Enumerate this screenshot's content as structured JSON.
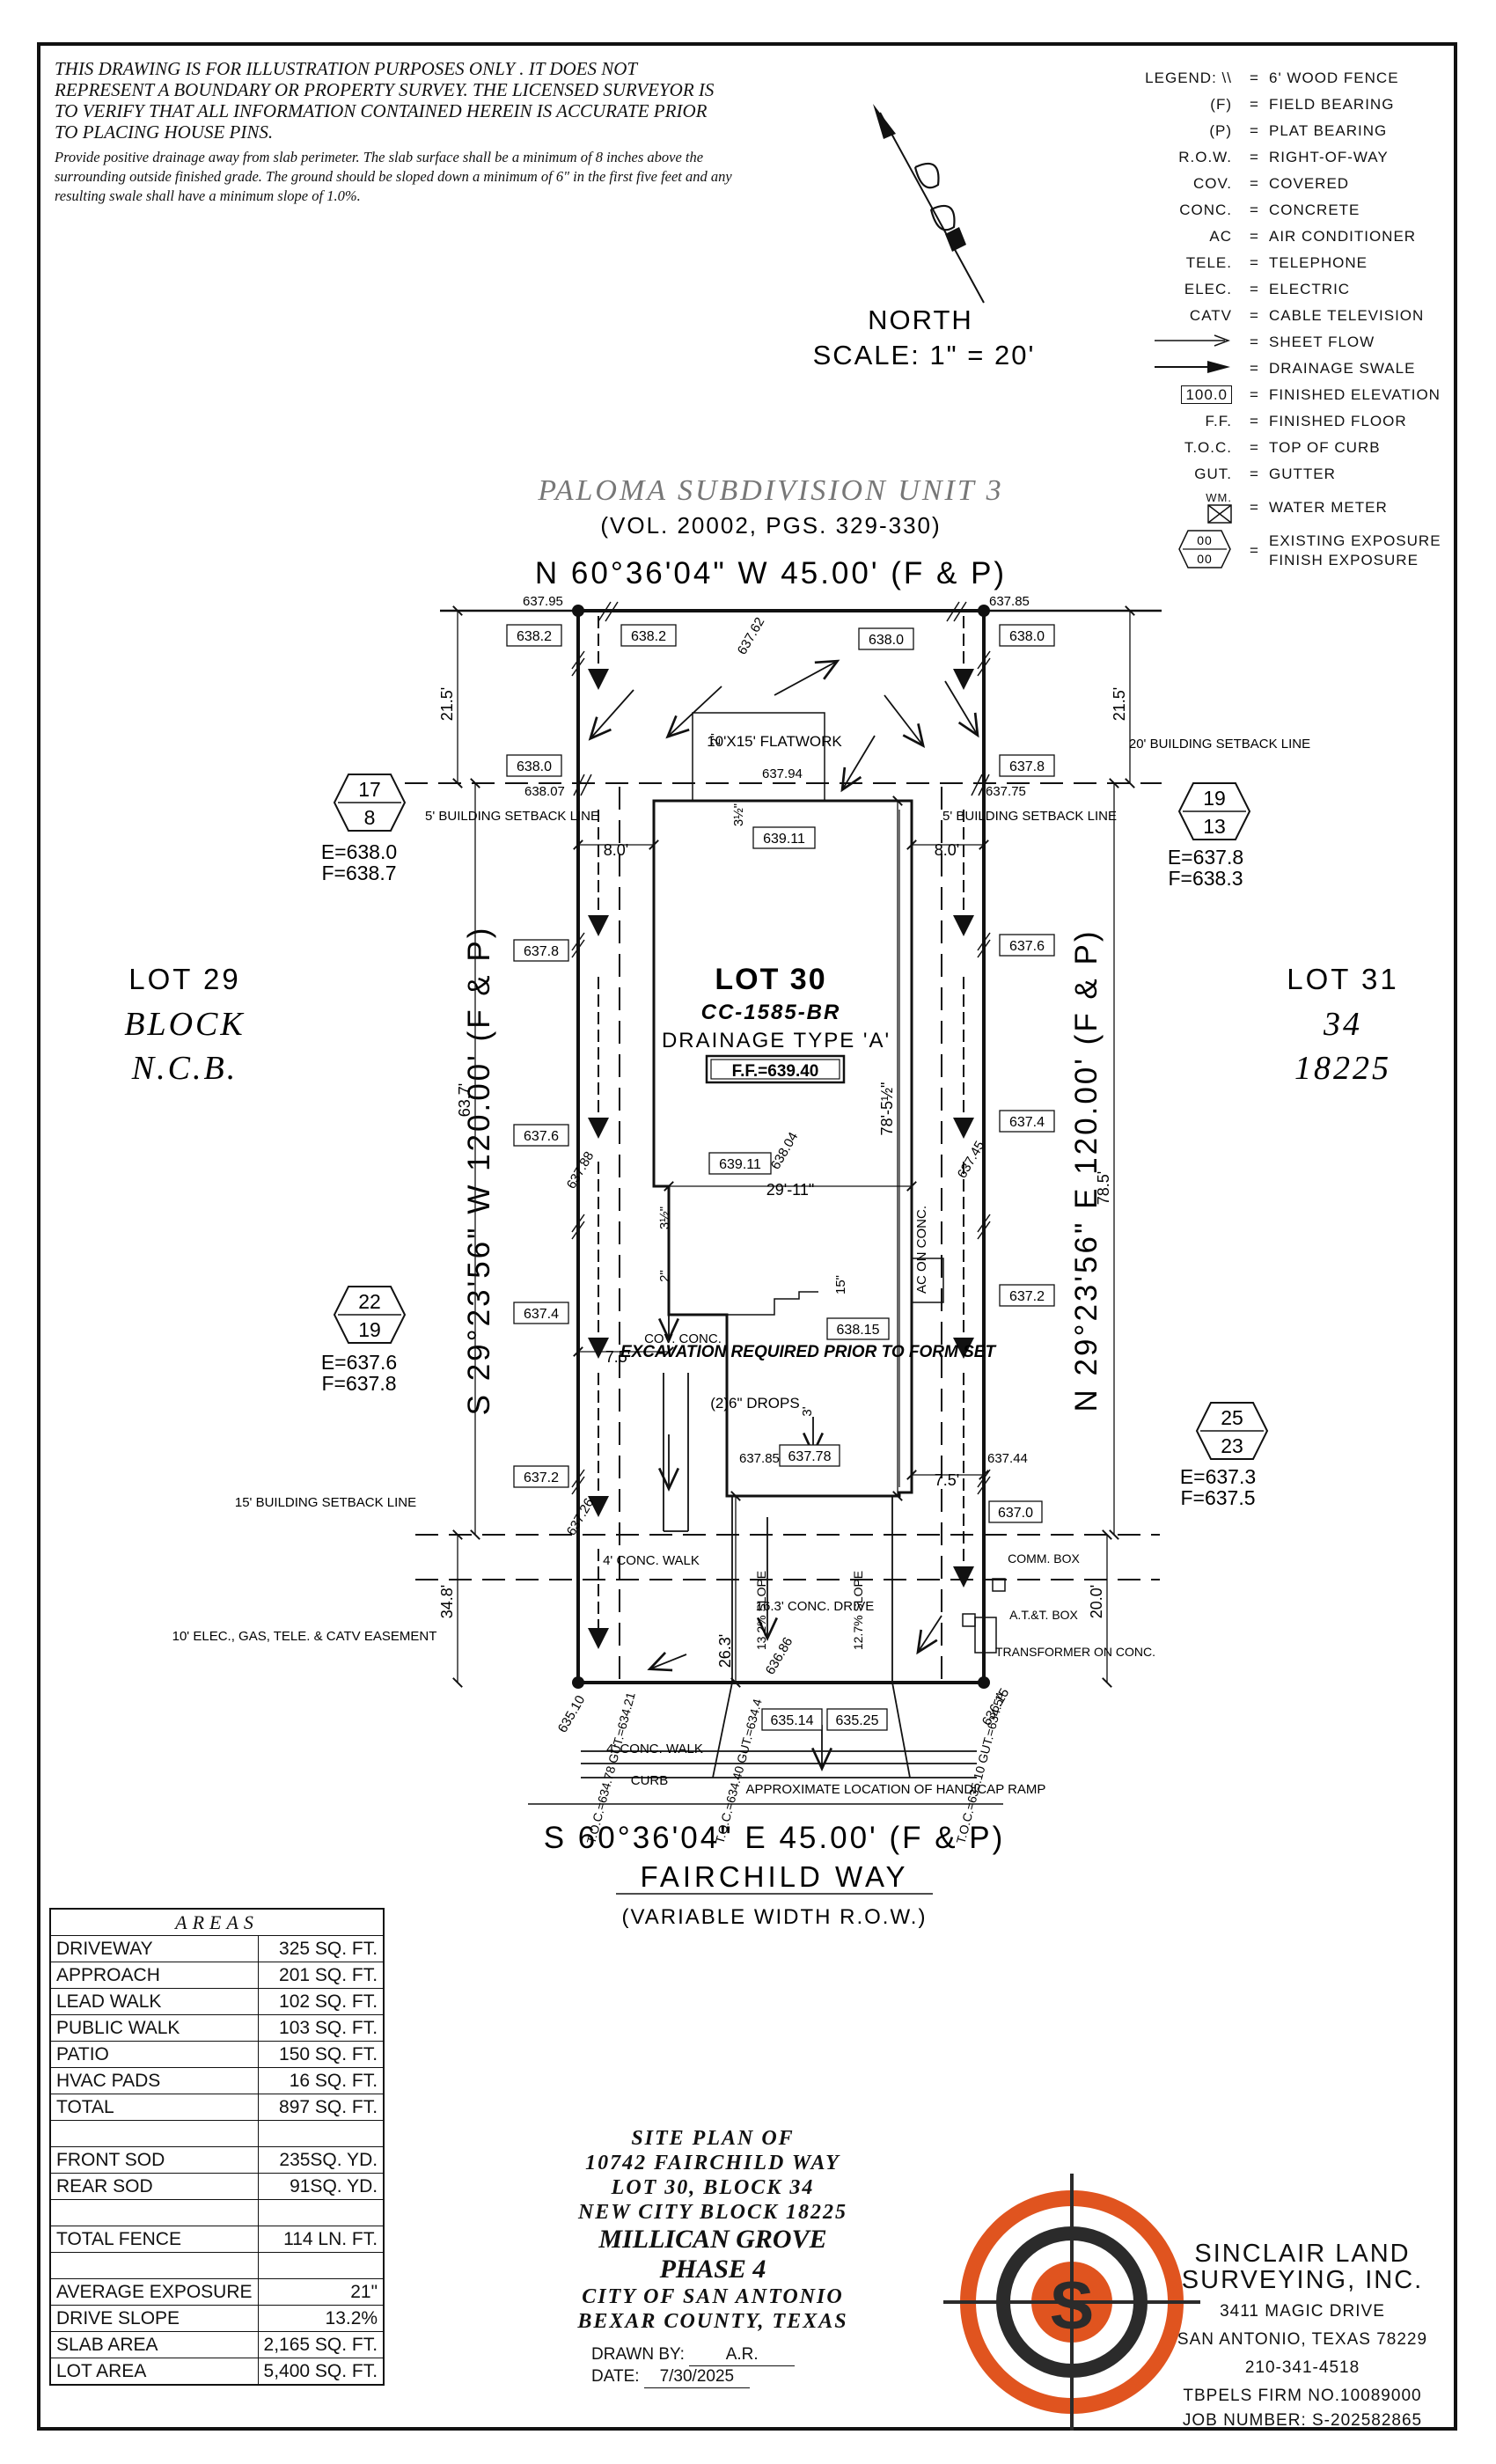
{
  "disclaimer": {
    "caps": "THIS DRAWING IS FOR ILLUSTRATION PURPOSES ONLY . IT DOES NOT REPRESENT A BOUNDARY OR PROPERTY SURVEY. THE LICENSED SURVEYOR IS TO VERIFY THAT ALL INFORMATION CONTAINED HEREIN IS ACCURATE PRIOR TO PLACING HOUSE PINS.",
    "note": "Provide positive drainage away from slab perimeter. The slab surface shall be a minimum of 8 inches above the surrounding outside finished grade. The ground should be sloped down a minimum of 6\" in the first five feet and any resulting swale shall have a minimum slope of 1.0%."
  },
  "north": {
    "label": "NORTH",
    "scale": "SCALE: 1\" = 20'"
  },
  "legend": {
    "title": "LEGEND:",
    "items": [
      {
        "sym": "\\\\",
        "desc": "6' WOOD FENCE"
      },
      {
        "sym": "(F)",
        "desc": "FIELD BEARING"
      },
      {
        "sym": "(P)",
        "desc": "PLAT BEARING"
      },
      {
        "sym": "R.O.W.",
        "desc": "RIGHT-OF-WAY"
      },
      {
        "sym": "COV.",
        "desc": "COVERED"
      },
      {
        "sym": "CONC.",
        "desc": "CONCRETE"
      },
      {
        "sym": "AC",
        "desc": "AIR CONDITIONER"
      },
      {
        "sym": "TELE.",
        "desc": "TELEPHONE"
      },
      {
        "sym": "ELEC.",
        "desc": "ELECTRIC"
      },
      {
        "sym": "CATV",
        "desc": "CABLE TELEVISION"
      },
      {
        "sym": "",
        "desc": "SHEET FLOW"
      },
      {
        "sym": "",
        "desc": "DRAINAGE SWALE"
      },
      {
        "sym": "100.0",
        "desc": "FINISHED ELEVATION"
      },
      {
        "sym": "F.F.",
        "desc": "FINISHED FLOOR"
      },
      {
        "sym": "T.O.C.",
        "desc": "TOP OF CURB"
      },
      {
        "sym": "GUT.",
        "desc": "GUTTER"
      },
      {
        "sym": "WM.",
        "desc": "WATER METER"
      },
      {
        "sym": "00 / 00",
        "desc": "EXISTING EXPOSURE"
      },
      {
        "sym": "",
        "desc": "FINISH EXPOSURE"
      }
    ]
  },
  "plan": {
    "subdivision": "PALOMA SUBDIVISION UNIT 3",
    "volume": "(VOL. 20002, PGS. 329-330)",
    "north_line": "N 60°36'04\" W 45.00' (F & P)",
    "south_line": "S 60°36'04\" E 45.00' (F & P)",
    "west_line": "S 29°23'56\" W 120.00' (F & P)",
    "east_line": "N 29°23'56\" E 120.00' (F & P)",
    "street": "FAIRCHILD WAY",
    "row": "(VARIABLE WIDTH R.O.W.)",
    "lot_left": {
      "lot": "LOT 29",
      "block": "BLOCK",
      "ncb": "N.C.B."
    },
    "lot_right": {
      "lot": "LOT 31",
      "block": "34",
      "ncb": "18225"
    },
    "lot_center": "LOT 30",
    "plan_code": "CC-1585-BR",
    "drainage": "DRAINAGE TYPE 'A'",
    "ff": "F.F.=639.40",
    "flatwork": "10'X15' FLATWORK",
    "excavation": "EXCAVATION REQUIRED PRIOR TO FORM SET",
    "drops": "(2)6\" DROPS",
    "cov_conc": "COV. CONC.",
    "ac_on_conc": "AC ON CONC.",
    "walk_front": "4' CONC. WALK",
    "walk_public": "4' CONC. WALK",
    "curb": "CURB",
    "drive": "16.3' CONC. DRIVE",
    "slope_l": "13.2% SLOPE",
    "slope_r": "12.7% SLOPE",
    "comm_box": "COMM. BOX",
    "att_box": "A.T.&T. BOX",
    "transformer": "TRANSFORMER ON CONC.",
    "handicap": "APPROXIMATE LOCATION OF HANDICAP RAMP",
    "setback20": "20' BUILDING SETBACK LINE",
    "setback5_l": "5' BUILDING SETBACK LINE",
    "setback5_r": "5' BUILDING SETBACK LINE",
    "setback15": "15' BUILDING SETBACK LINE",
    "easement": "10' ELEC., GAS, TELE. & CATV EASEMENT",
    "dims": {
      "d215l": "21.5'",
      "d215r": "21.5'",
      "d637": "63.7'",
      "d785": "78.5'",
      "d348": "34.8'",
      "d200": "20.0'",
      "d263": "26.3'",
      "d80l": "8.0'",
      "d80r": "8.0'",
      "d75l": "7.5'",
      "d75r": "7.5'",
      "d2911": "29'-11\"",
      "d785i": "78'-5½\"",
      "d2a": "2\"",
      "d312a": "3½\"",
      "d312b": "3½\"",
      "d2b": "2\"",
      "d15": "15\"",
      "d3": "3'"
    },
    "elev": {
      "c_nw": "637.95",
      "c_ne": "637.85",
      "c_sw": "635.10",
      "c_se": "636.15",
      "e6382a": "638.2",
      "e6382b": "638.2",
      "e6380a": "638.0",
      "e6380b": "638.0",
      "e6380c": "638.0",
      "e6378a": "637.8",
      "e6378b": "637.8",
      "e6376a": "637.6",
      "e6376b": "637.6",
      "e6374a": "637.4",
      "e6374b": "637.4",
      "e6372a": "637.2",
      "e6372b": "637.2",
      "e6370": "637.0",
      "e63911a": "639.11",
      "e63911b": "639.11",
      "e63815": "638.15",
      "e63778": "637.78",
      "e63514": "635.14",
      "e63525": "635.25",
      "e63807": "638.07",
      "e63775": "637.75",
      "e63794": "637.94",
      "e63762": "637.62",
      "e63804": "638.04",
      "e63788": "637.88",
      "e63745": "637.45",
      "e63726": "637.26",
      "e63785": "637.85",
      "e63744": "637.44",
      "e63686": "636.86"
    },
    "toc_left": "T.O.C.=634.78 GUT.=634.21",
    "toc_mid": "T.O.C.=634.40 GUT.=634.4",
    "toc_right": "T.O.C.=635.10 GUT.=634.54",
    "exposures": {
      "nw": {
        "top": "17",
        "bot": "8",
        "e": "E=638.0",
        "f": "F=638.7"
      },
      "ne": {
        "top": "19",
        "bot": "13",
        "e": "E=637.8",
        "f": "F=638.3"
      },
      "sw": {
        "top": "22",
        "bot": "19",
        "e": "E=637.6",
        "f": "F=637.8"
      },
      "se": {
        "top": "25",
        "bot": "23",
        "e": "E=637.3",
        "f": "F=637.5"
      }
    }
  },
  "areas": {
    "title": "AREAS",
    "rows": [
      {
        "label": "DRIVEWAY",
        "value": "325 SQ. FT."
      },
      {
        "label": "APPROACH",
        "value": "201 SQ. FT."
      },
      {
        "label": "LEAD WALK",
        "value": "102 SQ. FT."
      },
      {
        "label": "PUBLIC WALK",
        "value": "103 SQ. FT."
      },
      {
        "label": "PATIO",
        "value": "150 SQ. FT."
      },
      {
        "label": "HVAC PADS",
        "value": "16 SQ. FT."
      },
      {
        "label": "TOTAL",
        "value": "897 SQ. FT."
      },
      {
        "label": "",
        "value": ""
      },
      {
        "label": "FRONT SOD",
        "value": "235SQ. YD."
      },
      {
        "label": "REAR SOD",
        "value": "91SQ. YD."
      },
      {
        "label": "",
        "value": ""
      },
      {
        "label": "TOTAL FENCE",
        "value": "114 LN. FT."
      },
      {
        "label": "",
        "value": ""
      },
      {
        "label": "AVERAGE EXPOSURE",
        "value": "21\""
      },
      {
        "label": "DRIVE SLOPE",
        "value": "13.2%"
      },
      {
        "label": "SLAB AREA",
        "value": "2,165 SQ. FT."
      },
      {
        "label": "LOT AREA",
        "value": "5,400 SQ. FT."
      }
    ]
  },
  "title_block": {
    "lines": [
      "SITE PLAN OF",
      "10742 FAIRCHILD WAY",
      "LOT 30, BLOCK 34",
      "NEW CITY BLOCK 18225"
    ],
    "big": [
      "MILLICAN GROVE",
      "PHASE 4"
    ],
    "city": [
      "CITY OF SAN ANTONIO",
      "BEXAR COUNTY, TEXAS"
    ]
  },
  "drawn": {
    "drawn_label": "DRAWN BY:",
    "drawn_by": "A.R.",
    "date_label": "DATE:",
    "date": "7/30/2025"
  },
  "company": {
    "name1": "SINCLAIR LAND",
    "name2": "SURVEYING, INC.",
    "address1": "3411 MAGIC DRIVE",
    "address2": "SAN ANTONIO, TEXAS 78229",
    "phone": "210-341-4518",
    "firm": "TBPELS FIRM NO.10089000",
    "job": "JOB NUMBER:  S-202582865",
    "logo_letter": "S",
    "colors": {
      "orange": "#e0541f",
      "dark": "#2b2b2b"
    }
  }
}
